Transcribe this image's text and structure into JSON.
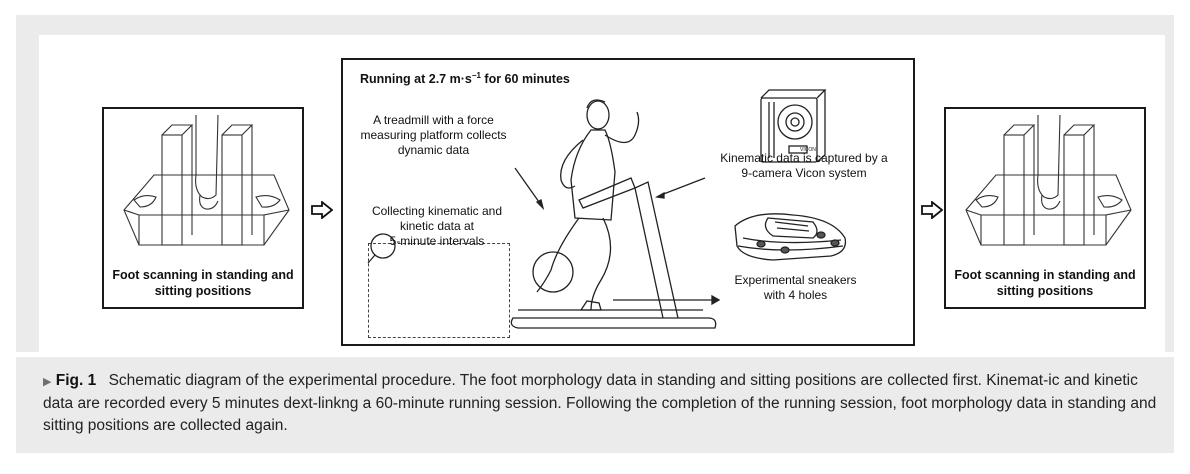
{
  "left_box": {
    "caption": "Foot scanning in standing and\nsitting positions"
  },
  "right_box": {
    "caption": "Foot scanning in standing and\nsitting positions"
  },
  "center": {
    "title_main": "Running at 2.7 m·s",
    "title_sup": "−1",
    "title_end": " for 60 minutes",
    "treadmill_label": "A treadmill with a force\nmeasuring platform collects\ndynamic data",
    "interval_label": "Collecting kinematic and\nkinetic data at\n5-minute intervals",
    "vicon_label": "Kinematic data is captured by a\n9-camera Vicon system",
    "sneakers_label": "Experimental sneakers\nwith 4 holes",
    "camera_brand": "VICON"
  },
  "caption": {
    "marker": "▶",
    "label": "Fig. 1",
    "text": "Schematic diagram of the experimental procedure. The foot morphology data in standing and sitting positions are collected first. Kinemat-ic and kinetic data are recorded every 5 minutes dext-linkng a 60-minute running session. Following the completion of the running session, foot morphology data in standing and sitting positions are collected again."
  },
  "colors": {
    "panel_bg": "#ebebeb",
    "stroke": "#1a1a1a",
    "caption_marker": "#6f6f6f"
  }
}
